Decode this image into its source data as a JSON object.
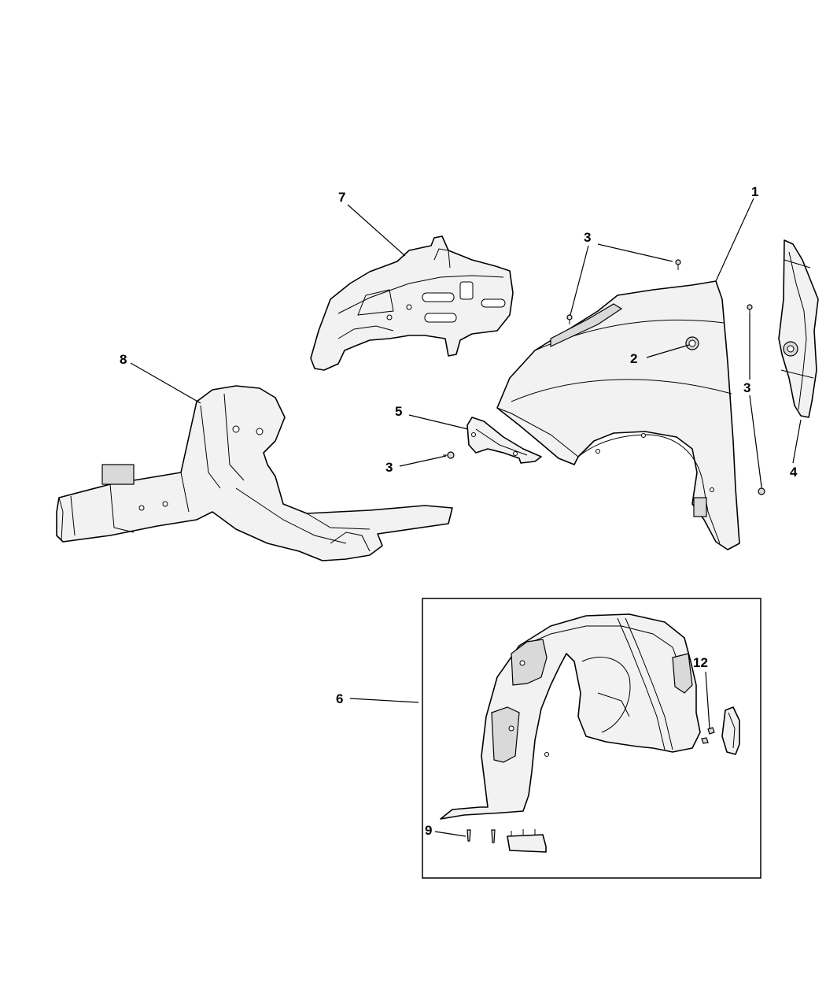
{
  "callouts": {
    "c1": "1",
    "c2": "2",
    "c3a": "3",
    "c3b": "3",
    "c3c": "3",
    "c4": "4",
    "c5": "5",
    "c6": "6",
    "c7": "7",
    "c8": "8",
    "c9": "9",
    "c12": "12"
  }
}
